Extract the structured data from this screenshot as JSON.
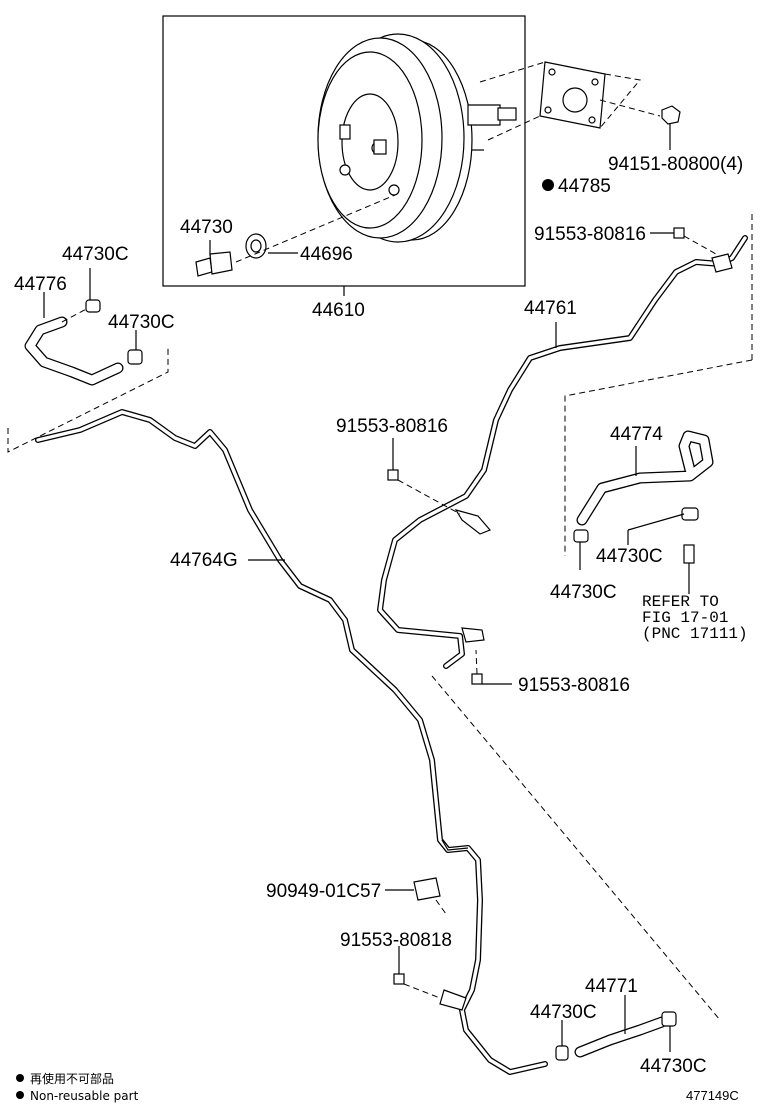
{
  "parts": {
    "p44610": "44610",
    "p44730": "44730",
    "p44696": "44696",
    "p94151": "94151-80800(4)",
    "p44785": "44785",
    "p91553_top": "91553-80816",
    "p44761": "44761",
    "p44730c_a": "44730C",
    "p44776": "44776",
    "p44730c_b": "44730C",
    "p91553_mid": "91553-80816",
    "p44774": "44774",
    "p44764g": "44764G",
    "p44730c_c": "44730C",
    "p44730c_d": "44730C",
    "p91553_low": "91553-80816",
    "p90949": "90949-01C57",
    "p91553_818": "91553-80818",
    "p44771": "44771",
    "p44730c_e": "44730C",
    "p44730c_f": "44730C"
  },
  "refer": {
    "line1": "REFER TO",
    "line2": "FIG 17-01",
    "line3": "(PNC 17111)"
  },
  "legend": {
    "line1": "再使用不可部品",
    "line2": "Non-reusable part"
  },
  "drawing_code": "477149C"
}
